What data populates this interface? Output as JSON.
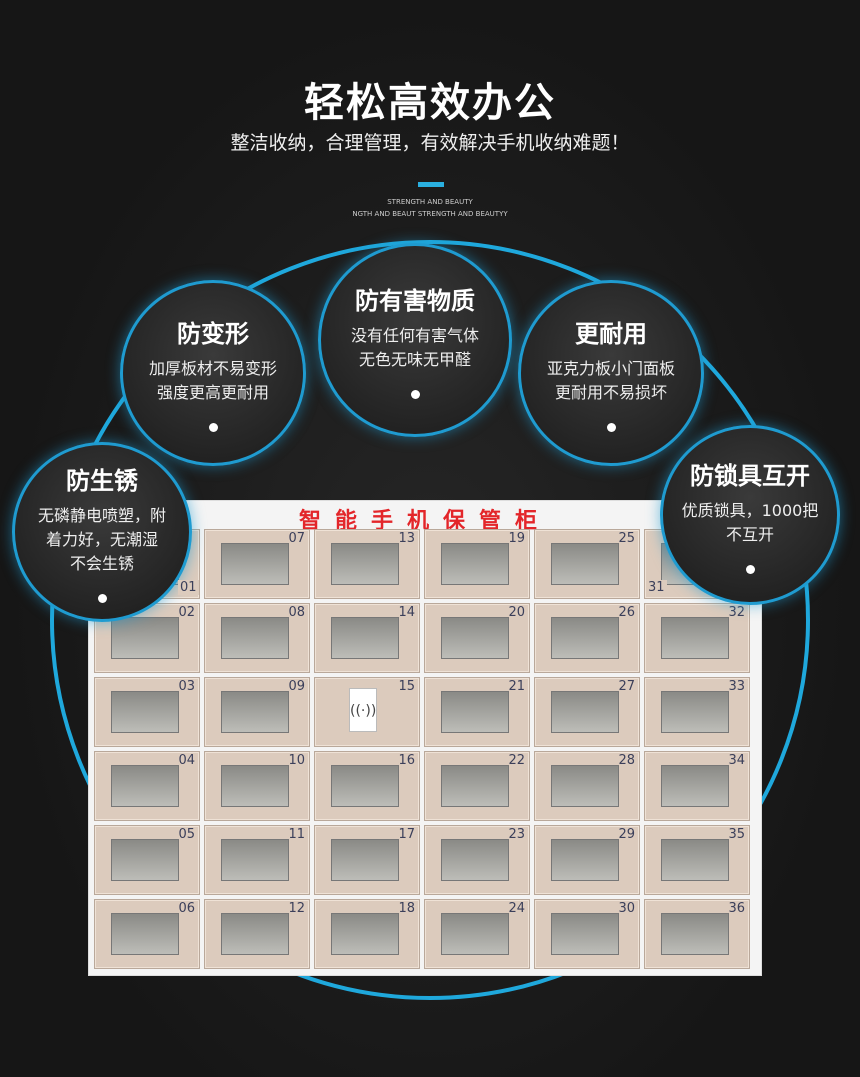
{
  "header": {
    "title": "轻松高效办公",
    "subtitle": "整洁收纳，合理管理，有效解决手机收纳难题！",
    "en_line1": "STRENGTH AND BEAUTY",
    "en_line2": "NGTH AND BEAUT STRENGTH AND BEAUTYY"
  },
  "features": [
    {
      "title": "防变形",
      "lines": [
        "加厚板材不易变形",
        "强度更高更耐用"
      ]
    },
    {
      "title": "防有害物质",
      "lines": [
        "没有任何有害气体",
        "无色无味无甲醛"
      ]
    },
    {
      "title": "更耐用",
      "lines": [
        "亚克力板小门面板",
        "更耐用不易损坏"
      ]
    },
    {
      "title": "防生锈",
      "lines": [
        "无磷静电喷塑，附",
        "着力好，无潮湿",
        "不会生锈"
      ]
    },
    {
      "title": "防锁具互开",
      "lines": [
        "优质锁具，1000把",
        "不互开"
      ]
    }
  ],
  "cabinet": {
    "title": "智能手机保管柜",
    "reader_icon": "wireless-card-reader-icon",
    "numbers": [
      "01",
      "02",
      "03",
      "04",
      "05",
      "06",
      "07",
      "08",
      "09",
      "10",
      "11",
      "12",
      "13",
      "14",
      "15",
      "16",
      "17",
      "18",
      "19",
      "20",
      "21",
      "22",
      "23",
      "24",
      "25",
      "26",
      "27",
      "28",
      "29",
      "30",
      "31",
      "32",
      "33",
      "34",
      "35",
      "36"
    ]
  },
  "colors": {
    "accent": "#1fa8dc",
    "cabinet_title": "#e3262a"
  }
}
